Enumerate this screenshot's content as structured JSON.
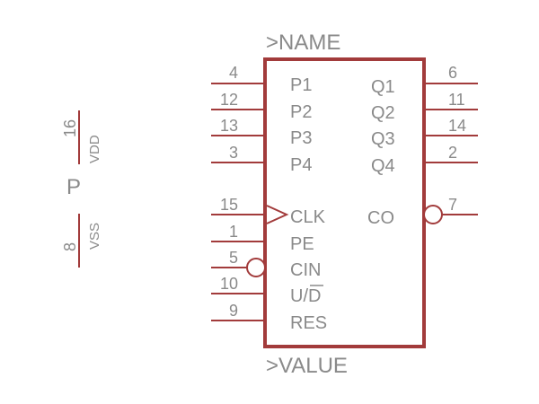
{
  "symbol": {
    "name_label": ">NAME",
    "value_label": ">VALUE",
    "colors": {
      "stroke": "#a23b3b",
      "text": "#8a8a8a"
    }
  },
  "left_pins": [
    {
      "number": "4",
      "label": "P1"
    },
    {
      "number": "12",
      "label": "P2"
    },
    {
      "number": "13",
      "label": "P3"
    },
    {
      "number": "3",
      "label": "P4"
    },
    {
      "number": "15",
      "label": "CLK"
    },
    {
      "number": "1",
      "label": "PE"
    },
    {
      "number": "5",
      "label": "CIN"
    },
    {
      "number": "10",
      "label": "U/D"
    },
    {
      "number": "9",
      "label": "RES"
    }
  ],
  "right_pins": [
    {
      "number": "6",
      "label": "Q1"
    },
    {
      "number": "11",
      "label": "Q2"
    },
    {
      "number": "14",
      "label": "Q3"
    },
    {
      "number": "2",
      "label": "Q4"
    },
    {
      "number": "7",
      "label": "CO"
    }
  ],
  "power": {
    "part_label": "P",
    "vdd": {
      "number": "16",
      "label": "VDD"
    },
    "vss": {
      "number": "8",
      "label": "VSS"
    }
  }
}
